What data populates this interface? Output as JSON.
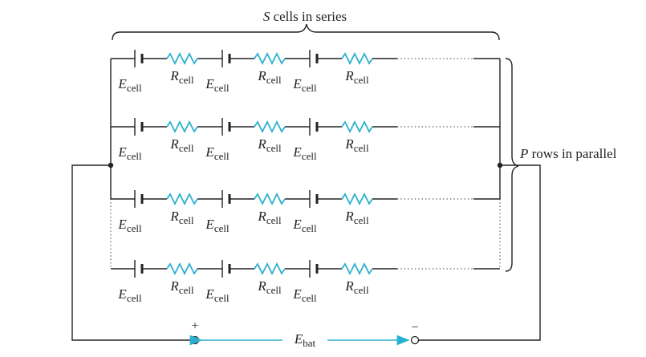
{
  "series_label": {
    "italic": "S",
    "rest": " cells in series"
  },
  "parallel_label": {
    "italic": "P",
    "rest": " rows in parallel"
  },
  "cell_emf": {
    "main": "E",
    "sub": "cell"
  },
  "cell_resistance": {
    "main": "R",
    "sub": "cell"
  },
  "battery_emf": {
    "main": "E",
    "sub": "bat"
  },
  "terminals": {
    "positive": "+",
    "negative": "−"
  },
  "colors": {
    "resistor": "#2ab0cf",
    "wire": "#222222",
    "arrow": "#2ab0cf"
  }
}
